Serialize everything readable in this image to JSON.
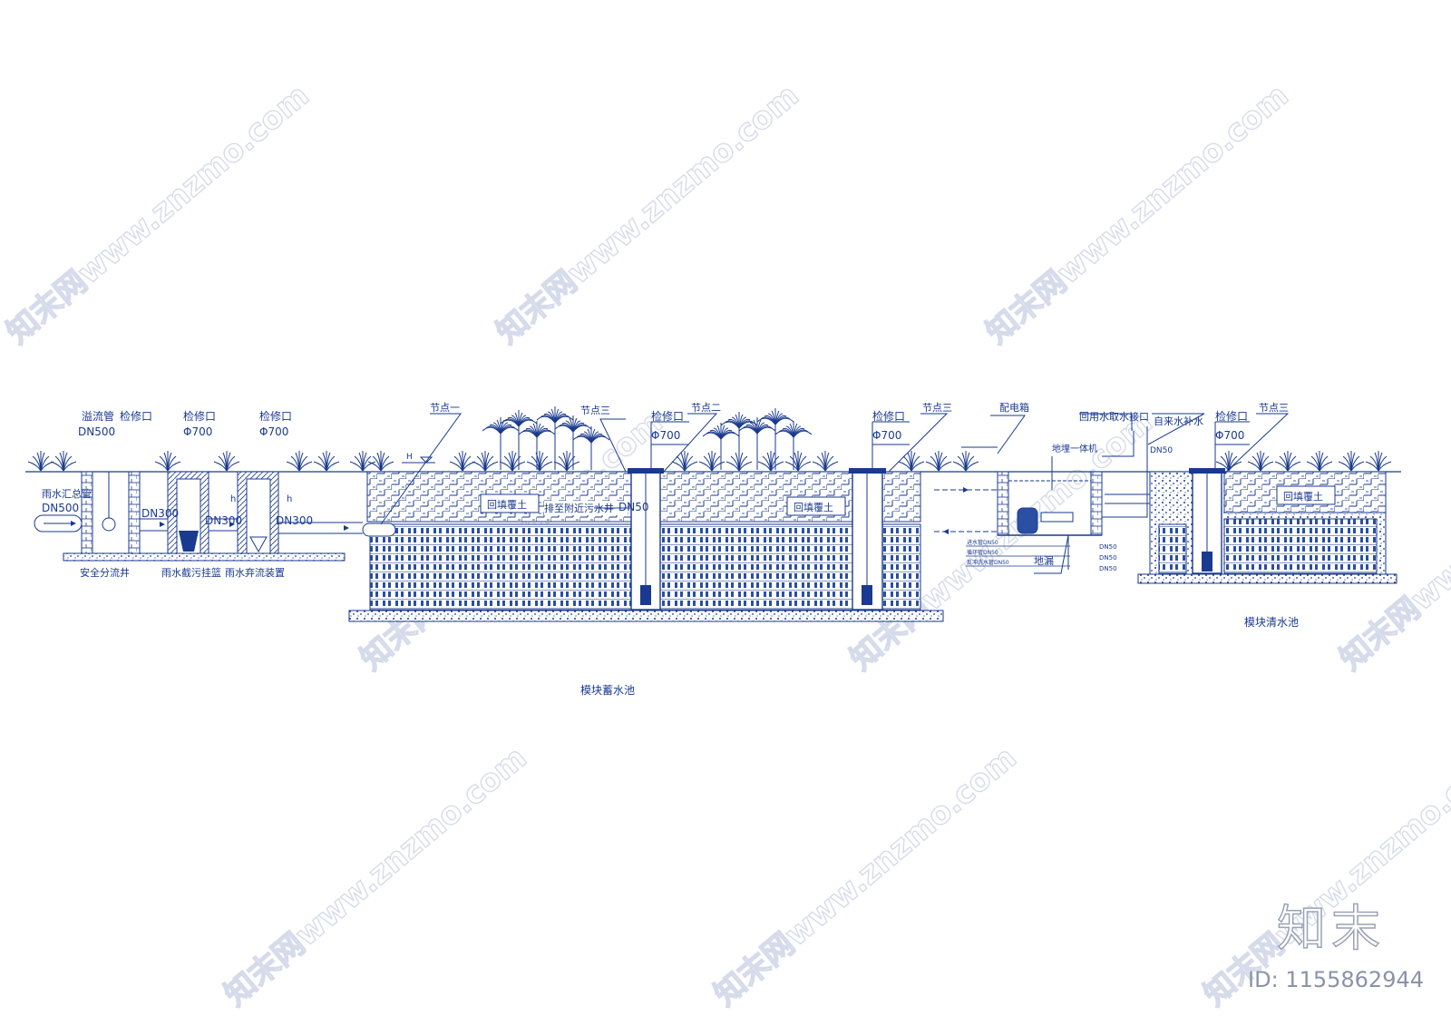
{
  "colors": {
    "line": "#1a3a8f",
    "fill": "#2a4fa3",
    "background": "#ffffff"
  },
  "watermark": {
    "text": "知末网www.znzmo.com",
    "brand": "知末",
    "id_text": "ID: 1155862944"
  },
  "labels": {
    "overflow_pipe": "溢流管",
    "overflow_dn": "DN500",
    "inspection_port": "检修口",
    "phi700": "Φ700",
    "rain_main_pipe": "雨水汇总管",
    "rain_main_dn": "DN500",
    "dn300": "DN300",
    "h": "h",
    "safety_diversion_well": "安全分流井",
    "rain_basket": "雨水截污挂篮",
    "rain_abandon": "雨水弃流装置",
    "node_one": "节点一",
    "node_two": "节点二",
    "node_three": "节点三",
    "backfill": "回填覆土",
    "drain_to_sewer": "排至附近污水井",
    "dn50": "DN50",
    "storage_tank": "模块蓄水池",
    "distribution_box": "配电箱",
    "reuse_water_inlet": "回用水取水接口",
    "tap_water_supply": "自来水补水",
    "integrated_unit": "地埋一体机",
    "floor_drain": "地漏",
    "clear_tank": "模块清水池",
    "legend_a": "进水管DN50",
    "legend_b": "循环管DN50",
    "legend_c": "反冲洗水管DN50",
    "dn50_small": "DN50",
    "H": "H"
  }
}
